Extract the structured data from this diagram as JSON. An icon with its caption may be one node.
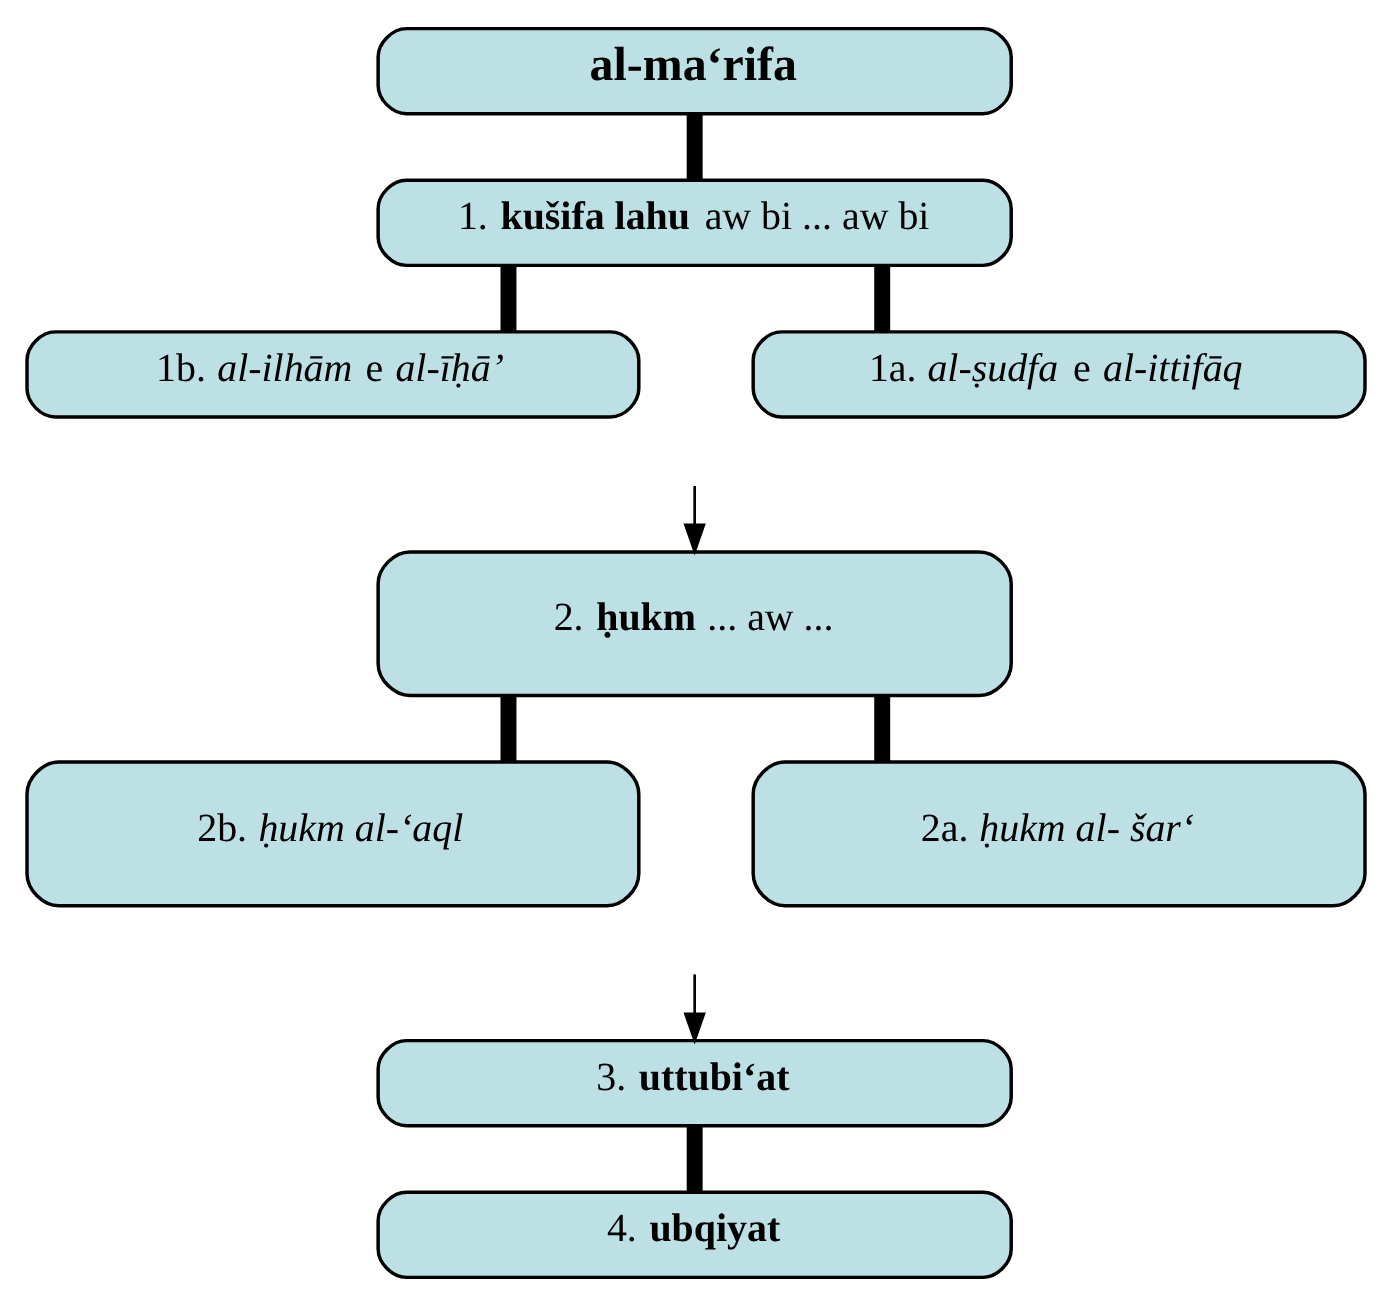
{
  "diagram": {
    "nodes": [
      {
        "text": [
          "al-ma‘rifa"
        ]
      },
      {
        "text": [
          "1. **kušifa lahu** aw bi ... aw bi"
        ]
      },
      {
        "text": [
          "1b. *al-ilhām* e *al-īḥā’*"
        ]
      },
      {
        "text": [
          "1a. *al-ṣudfa* e *al-ittifāq*"
        ]
      },
      {
        "text": [
          "2. **ḥukm** ... aw ..."
        ]
      },
      {
        "text": [
          "2b. *ḥukm al-‘aql*"
        ]
      },
      {
        "text": [
          "2a. *ḥukm al- šar‘*"
        ]
      },
      {
        "text": [
          "3. **uttubi‘at**"
        ]
      },
      {
        "text": [
          "4. **ubqiyat**"
        ]
      }
    ],
    "edges": [
      {
        "from": 0,
        "to": 1,
        "arrow": "none"
      },
      {
        "from": 1,
        "to": 2,
        "arrow": "none"
      },
      {
        "from": 1,
        "to": 3,
        "arrow": "none"
      },
      {
        "from": null,
        "to": 4,
        "arrow": "to"
      },
      {
        "from": 4,
        "to": 5,
        "arrow": "none"
      },
      {
        "from": 4,
        "to": 6,
        "arrow": "none"
      },
      {
        "from": null,
        "to": 7,
        "arrow": "to"
      },
      {
        "from": 7,
        "to": 8,
        "arrow": "none"
      }
    ]
  }
}
